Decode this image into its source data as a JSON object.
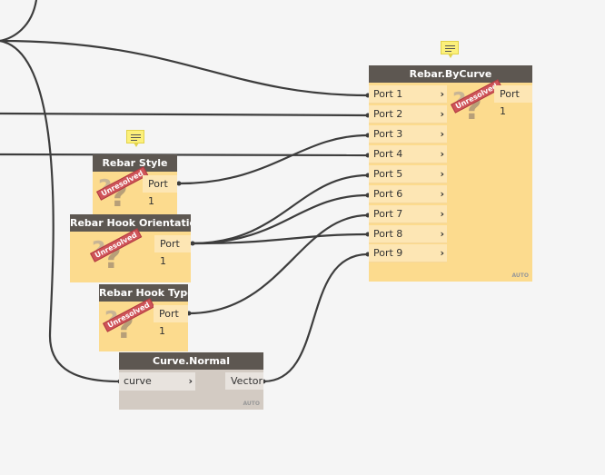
{
  "nodes": {
    "rebar_by_curve": {
      "title": "Rebar.ByCurve",
      "inputs": [
        "Port 1",
        "Port 2",
        "Port 3",
        "Port 4",
        "Port 5",
        "Port 6",
        "Port 7",
        "Port 8",
        "Port 9"
      ],
      "output": "Port 1",
      "stamp": "Unresolved",
      "footer": "AUTO"
    },
    "rebar_style": {
      "title": "Rebar Style",
      "output": "Port 1",
      "stamp": "Unresolved"
    },
    "rebar_hook_orientation": {
      "title": "Rebar Hook Orientation",
      "output": "Port 1",
      "stamp": "Unresolved"
    },
    "rebar_hook_type": {
      "title": "Rebar Hook Type",
      "output": "Port 1",
      "stamp": "Unresolved"
    },
    "curve_normal": {
      "title": "Curve.Normal",
      "input": "curve",
      "output": "Vector",
      "footer": "AUTO"
    }
  },
  "icons": {
    "comment": "comment-icon",
    "unresolved": "question-mark-icon",
    "port_chevron": "chevron-right-icon"
  },
  "colors": {
    "canvas": "#f5f5f5",
    "node_header": "#5d5751",
    "node_body": "#fcdb8e",
    "wire": "#3d3d3d",
    "stamp": "#cf5459"
  }
}
